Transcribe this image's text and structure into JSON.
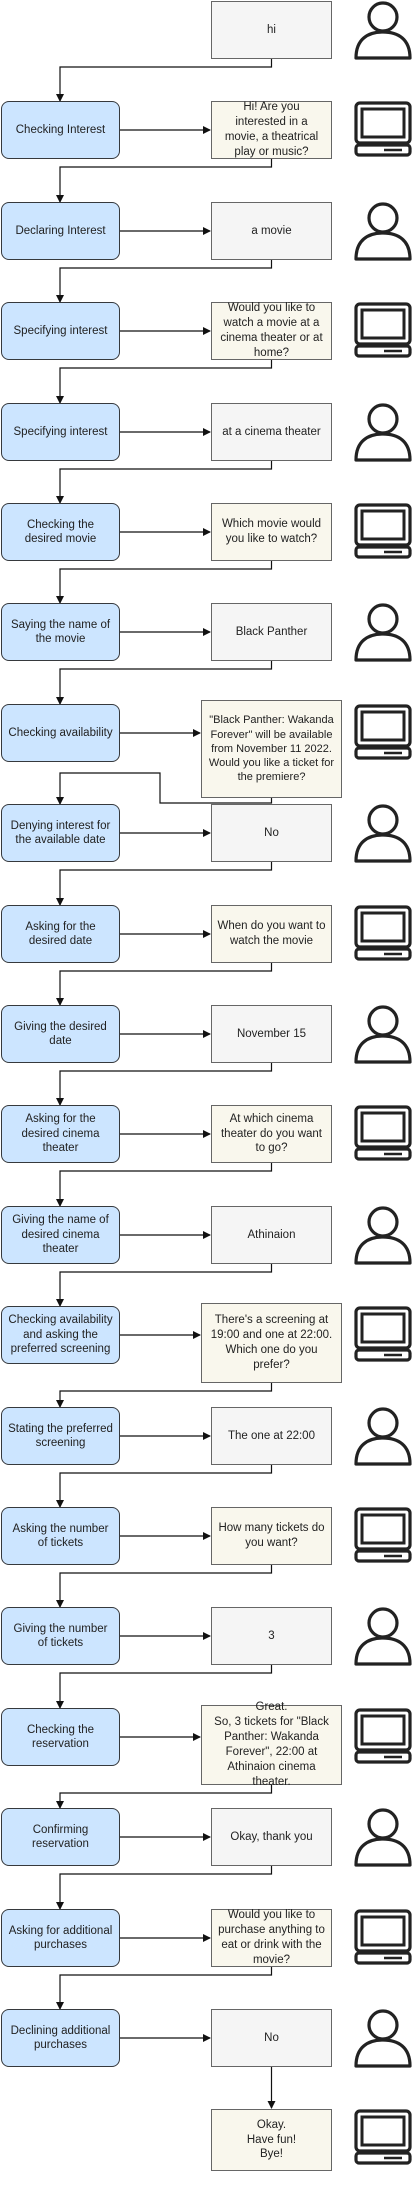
{
  "turns": [
    {
      "stage": "",
      "message": "hi",
      "speaker": "user",
      "icon": "person-icon"
    },
    {
      "stage": "Checking Interest",
      "message": "Hi! Are you interested in a movie, a theatrical play or music?",
      "speaker": "system",
      "icon": "computer-icon"
    },
    {
      "stage": "Declaring Interest",
      "message": "a movie",
      "speaker": "user",
      "icon": "person-icon"
    },
    {
      "stage": "Specifying interest",
      "message": "Would you like to watch a movie at a cinema theater or at home?",
      "speaker": "system",
      "icon": "computer-icon"
    },
    {
      "stage": "Specifying interest",
      "message": "at a cinema theater",
      "speaker": "user",
      "icon": "person-icon"
    },
    {
      "stage": "Checking the desired movie",
      "message": "Which movie would you like to watch?",
      "speaker": "system",
      "icon": "computer-icon"
    },
    {
      "stage": "Saying the name of the movie",
      "message": "Black Panther",
      "speaker": "user",
      "icon": "person-icon"
    },
    {
      "stage": "Checking availability",
      "message": "\"Black Panther: Wakanda Forever\" will be available from November 11 2022. Would you like a ticket for the premiere?",
      "speaker": "system",
      "icon": "computer-icon"
    },
    {
      "stage": "Denying interest for the available date",
      "message": "No",
      "speaker": "user",
      "icon": "person-icon"
    },
    {
      "stage": "Asking for the desired date",
      "message": "When do you want to watch the movie",
      "speaker": "system",
      "icon": "computer-icon"
    },
    {
      "stage": "Giving the desired date",
      "message": "November 15",
      "speaker": "user",
      "icon": "person-icon"
    },
    {
      "stage": "Asking for the desired cinema theater",
      "message": "At which cinema theater do you want to go?",
      "speaker": "system",
      "icon": "computer-icon"
    },
    {
      "stage": "Giving the name of desired cinema theater",
      "message": "Athinaion",
      "speaker": "user",
      "icon": "person-icon"
    },
    {
      "stage": "Checking availability and asking the preferred screening",
      "message": "There's a screening at 19:00 and one at 22:00. Which one do you prefer?",
      "speaker": "system",
      "icon": "computer-icon"
    },
    {
      "stage": "Stating the preferred screening",
      "message": "The one at 22:00",
      "speaker": "user",
      "icon": "person-icon"
    },
    {
      "stage": "Asking the number of tickets",
      "message": "How many tickets do you want?",
      "speaker": "system",
      "icon": "computer-icon"
    },
    {
      "stage": "Giving the number of tickets",
      "message": "3",
      "speaker": "user",
      "icon": "person-icon"
    },
    {
      "stage": "Checking the reservation",
      "message": "Great.\nSo, 3 tickets for \"Black Panther: Wakanda Forever\", 22:00 at Athinaion cinema theater.",
      "speaker": "system",
      "icon": "computer-icon"
    },
    {
      "stage": "Confirming reservation",
      "message": "Okay, thank you",
      "speaker": "user",
      "icon": "person-icon"
    },
    {
      "stage": "Asking for additional purchases",
      "message": "Would you like to purchase anything to eat or drink with the movie?",
      "speaker": "system",
      "icon": "computer-icon"
    },
    {
      "stage": "Declining additional purchases",
      "message": "No",
      "speaker": "user",
      "icon": "person-icon"
    },
    {
      "stage": "",
      "message": "Okay.\nHave fun!\nBye!",
      "speaker": "system",
      "icon": "computer-icon"
    }
  ],
  "colors": {
    "stage_fill": "#cce5ff",
    "user_fill": "#f5f5f5",
    "system_fill": "#f9f7ed",
    "stroke": "#36393d"
  }
}
